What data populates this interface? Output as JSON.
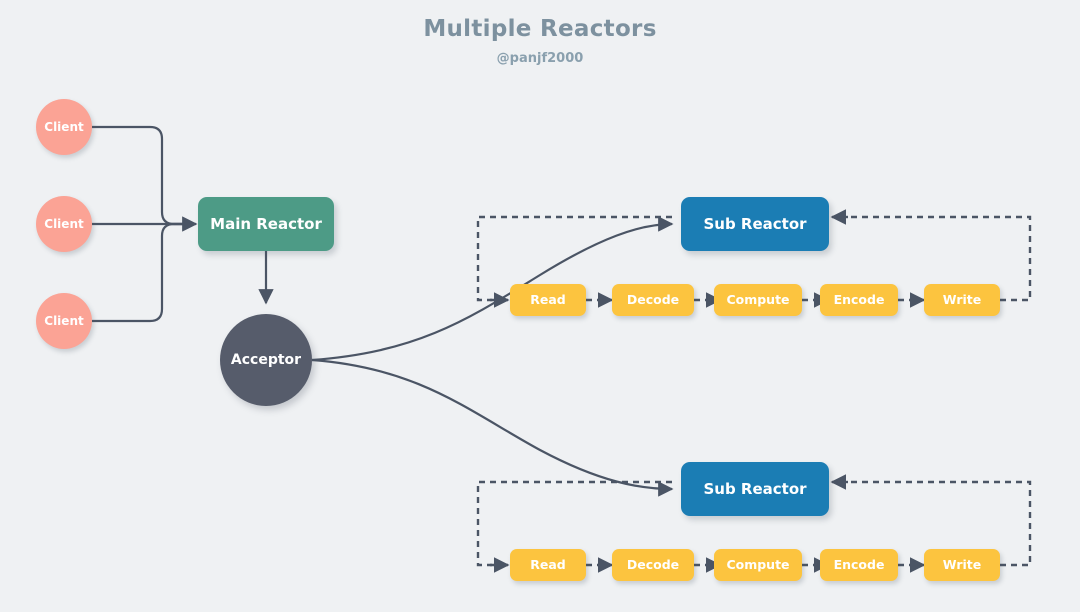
{
  "header": {
    "title": "Multiple Reactors",
    "subtitle": "@panjf2000"
  },
  "colors": {
    "background": "#eff1f3",
    "title_text": "#7d919f",
    "subtitle_text": "#8aa0ae",
    "client": "#fba395",
    "main_reactor": "#4d9b86",
    "acceptor": "#565c6b",
    "sub_reactor": "#1b7db4",
    "stage": "#fcc43f",
    "connector": "#4b5565",
    "node_text": "#ffffff"
  },
  "nodes": {
    "clients": [
      {
        "label": "Client"
      },
      {
        "label": "Client"
      },
      {
        "label": "Client"
      }
    ],
    "main_reactor": {
      "label": "Main Reactor"
    },
    "acceptor": {
      "label": "Acceptor"
    },
    "sub_reactors": [
      {
        "label": "Sub Reactor"
      },
      {
        "label": "Sub Reactor"
      }
    ]
  },
  "pipelines": [
    {
      "name": "top-pipeline",
      "stages": [
        {
          "label": "Read"
        },
        {
          "label": "Decode"
        },
        {
          "label": "Compute"
        },
        {
          "label": "Encode"
        },
        {
          "label": "Write"
        }
      ]
    },
    {
      "name": "bottom-pipeline",
      "stages": [
        {
          "label": "Read"
        },
        {
          "label": "Decode"
        },
        {
          "label": "Compute"
        },
        {
          "label": "Encode"
        },
        {
          "label": "Write"
        }
      ]
    }
  ],
  "edges": {
    "client_to_main_reactor": "solid",
    "main_reactor_to_acceptor": "solid",
    "acceptor_to_sub_reactors": "solid-curve",
    "sub_reactor_to_read": "dashed",
    "stage_to_stage": "dashed",
    "write_to_sub_reactor": "dashed"
  }
}
